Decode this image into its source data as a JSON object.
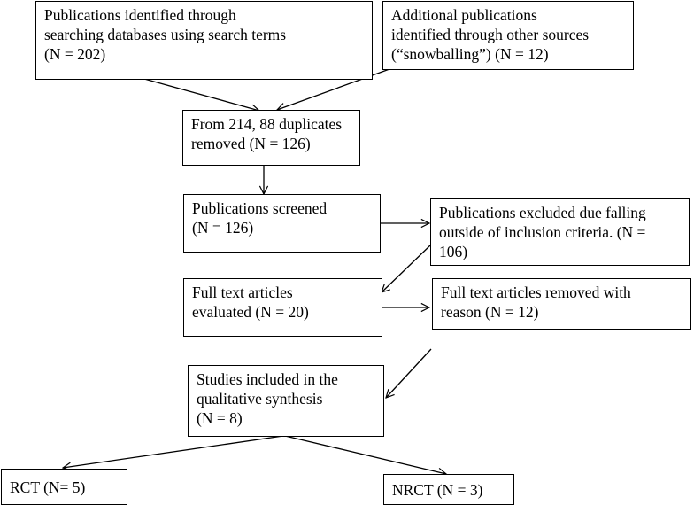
{
  "boxes": {
    "identified_databases": "Publications identified through\nsearching databases using search terms\n(N = 202)",
    "identified_other": "Additional publications\nidentified through other sources\n(“snowballing”) (N = 12)",
    "duplicates_removed": "From 214, 88 duplicates\nremoved (N = 126)",
    "screened": "Publications screened\n(N = 126)",
    "excluded": "Publications excluded due falling\noutside of inclusion criteria. (N =\n106)",
    "full_text_evaluated": "Full text articles\nevaluated (N = 20)",
    "full_text_removed": "Full text articles removed with\nreason (N = 12)",
    "included": "Studies included in the\nqualitative synthesis\n(N = 8)",
    "rct": "RCT (N= 5)",
    "nrct": "NRCT (N = 3)"
  }
}
